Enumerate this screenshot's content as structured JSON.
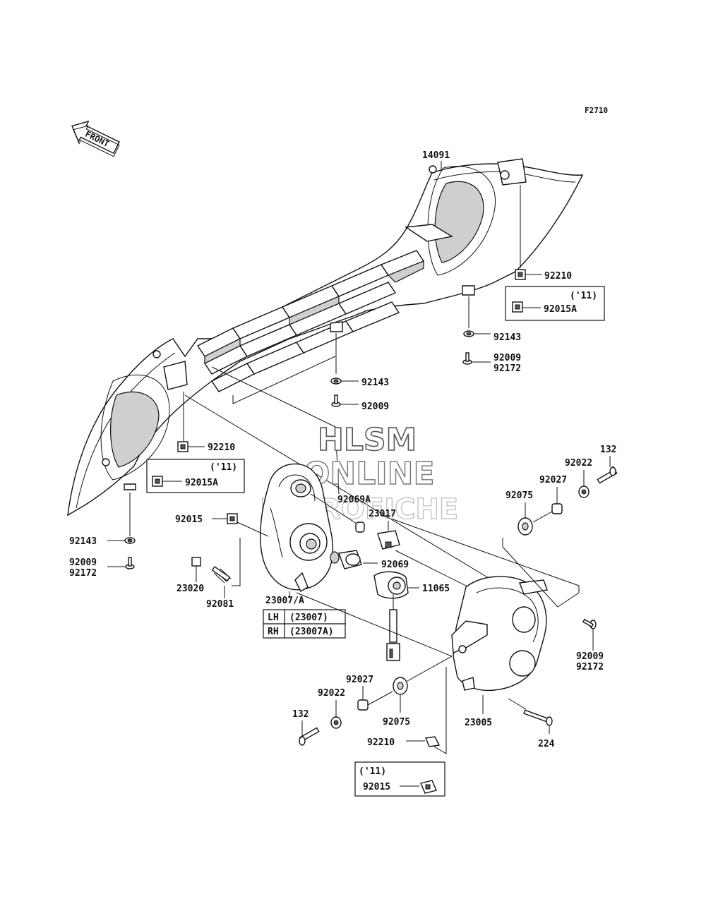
{
  "figure_id": "F2710",
  "front_arrow": "FRONT",
  "watermark": {
    "line1": "HLSM",
    "line2": "ONLINE",
    "line3": "MICROFICHE"
  },
  "labels": {
    "p14091": "14091",
    "p92210_top": "92210",
    "note11_top": "('11)",
    "p92015A_top": "92015A",
    "p92143_right": "92143",
    "p92009_right": "92009",
    "p92172_right": "92172",
    "p92143_mid": "92143",
    "p92009_mid": "92009",
    "p92210_left": "92210",
    "note11_left": "('11)",
    "p92015A_left": "92015A",
    "p92143_left": "92143",
    "p92009_left": "92009",
    "p92172_left": "92172",
    "p92015": "92015",
    "p92069A": "92069A",
    "p23017": "23017",
    "p92069": "92069",
    "p11065": "11065",
    "p23020": "23020",
    "p92081": "92081",
    "p23007A": "23007/A",
    "p132_top": "132",
    "p92022_top": "92022",
    "p92027_top": "92027",
    "p92075_top": "92075",
    "p92009_rb": "92009",
    "p92172_rb": "92172",
    "p92027_bot": "92027",
    "p92022_bot": "92022",
    "p132_bot": "132",
    "p92075_bot": "92075",
    "p23005": "23005",
    "p224": "224",
    "p92210_bot": "92210",
    "note11_bot": "('11)",
    "p92015_bot": "92015"
  },
  "side_table": [
    {
      "side": "LH",
      "part": "(23007)"
    },
    {
      "side": "RH",
      "part": "(23007A)"
    }
  ]
}
